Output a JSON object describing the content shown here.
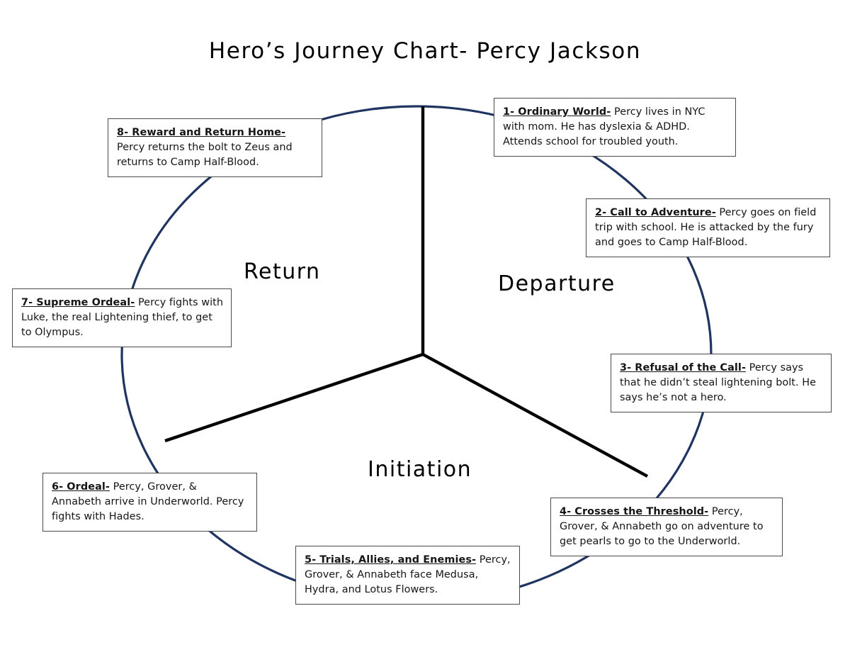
{
  "title": "Hero’s Journey Chart- Percy Jackson",
  "colors": {
    "circle": "#1f3460",
    "spoke": "#000000",
    "box_border": "#4a4a4a",
    "text": "#151515",
    "background": "#ffffff"
  },
  "stages": [
    {
      "name": "departure",
      "label": "Departure"
    },
    {
      "name": "initiation",
      "label": "Initiation"
    },
    {
      "name": "return",
      "label": "Return"
    }
  ],
  "nodes": [
    {
      "number": 1,
      "title": "1- Ordinary World-",
      "description": "Percy lives in NYC with mom. He has dyslexia & ADHD. Attends school for troubled youth."
    },
    {
      "number": 2,
      "title": "2- Call to Adventure-",
      "description": "Percy goes on field trip with school. He is attacked by the fury and goes to Camp Half-Blood."
    },
    {
      "number": 3,
      "title": "3- Refusal of the Call-",
      "description": "Percy says that he didn’t steal lightening bolt. He says he’s not a hero."
    },
    {
      "number": 4,
      "title": "4- Crosses the Threshold-",
      "description": "Percy, Grover, & Annabeth go on adventure to get pearls to go to the Underworld."
    },
    {
      "number": 5,
      "title": "5- Trials, Allies, and Enemies-",
      "description": "Percy, Grover, & Annabeth face Medusa, Hydra, and Lotus Flowers."
    },
    {
      "number": 6,
      "title": "6- Ordeal-",
      "description": "Percy, Grover, & Annabeth arrive in Underworld. Percy fights with Hades."
    },
    {
      "number": 7,
      "title": "7- Supreme Ordeal-",
      "description": "Percy fights with Luke, the real Lightening thief, to get to Olympus."
    },
    {
      "number": 8,
      "title": "8- Reward and Return Home-",
      "description": "Percy returns the bolt to Zeus and returns to Camp Half-Blood."
    }
  ],
  "chart_data": {
    "type": "diagram",
    "title": "Hero’s Journey Chart- Percy Jackson",
    "shape": "circle divided into three sectors by three spokes from the center",
    "sectors": [
      "Departure",
      "Initiation",
      "Return"
    ],
    "step_count": 8,
    "steps": [
      "1- Ordinary World-",
      "2- Call to Adventure-",
      "3- Refusal of the Call-",
      "4- Crosses the Threshold-",
      "5- Trials, Allies, and Enemies-",
      "6- Ordeal-",
      "7- Supreme Ordeal-",
      "8- Reward and Return Home-"
    ]
  }
}
